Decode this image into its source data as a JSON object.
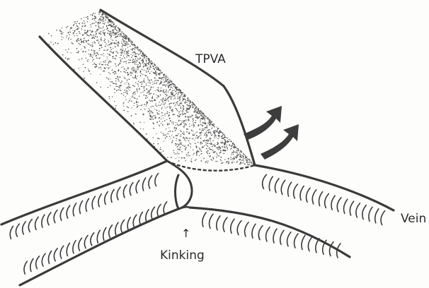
{
  "labels": {
    "graft": "TPVA",
    "vein": "Vein",
    "kinking": "Kinking",
    "kink_pointer": "↑"
  },
  "colors": {
    "ink": "#3a3a3a",
    "stipple": "#4a4a4a",
    "arrow_fill": "#3d3d3d",
    "background": "#fdfdfc"
  }
}
